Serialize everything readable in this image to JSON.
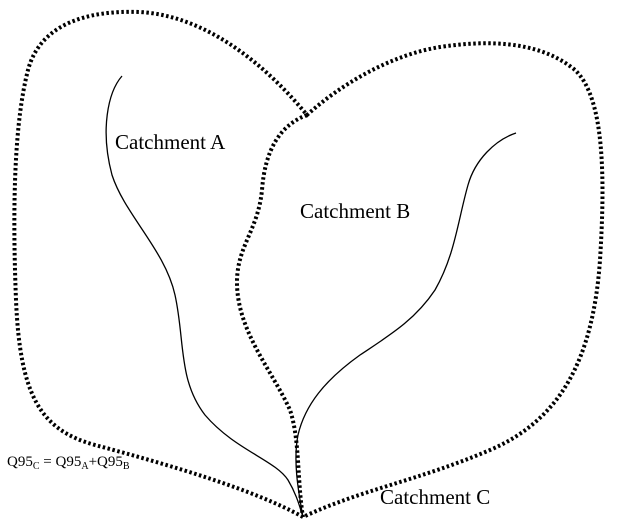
{
  "labels": {
    "catchment_a": "Catchment A",
    "catchment_b": "Catchment B",
    "catchment_c": "Catchment C"
  },
  "formula": {
    "lhs": "Q95",
    "lhs_sub": "C",
    "eq": " = ",
    "term1": "Q95",
    "term1_sub": "A",
    "plus": "+",
    "term2": "Q95",
    "term2_sub": "B"
  },
  "colors": {
    "line": "#000000",
    "background": "#ffffff"
  }
}
